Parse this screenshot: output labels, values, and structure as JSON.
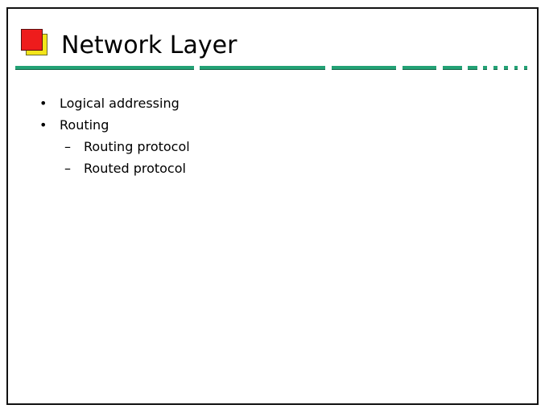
{
  "slide": {
    "title": "Network Layer",
    "icon": "overlapping-squares-icon",
    "colors": {
      "accent_rule": "#23a275",
      "icon_front": "#ee1c1c",
      "icon_back": "#f3e51a",
      "frame": "#111111"
    },
    "bullets": [
      {
        "marker": "•",
        "text": "Logical addressing"
      },
      {
        "marker": "•",
        "text": "Routing"
      },
      {
        "marker": "–",
        "text": "Routing protocol"
      },
      {
        "marker": "–",
        "text": "Routed protocol"
      }
    ]
  }
}
